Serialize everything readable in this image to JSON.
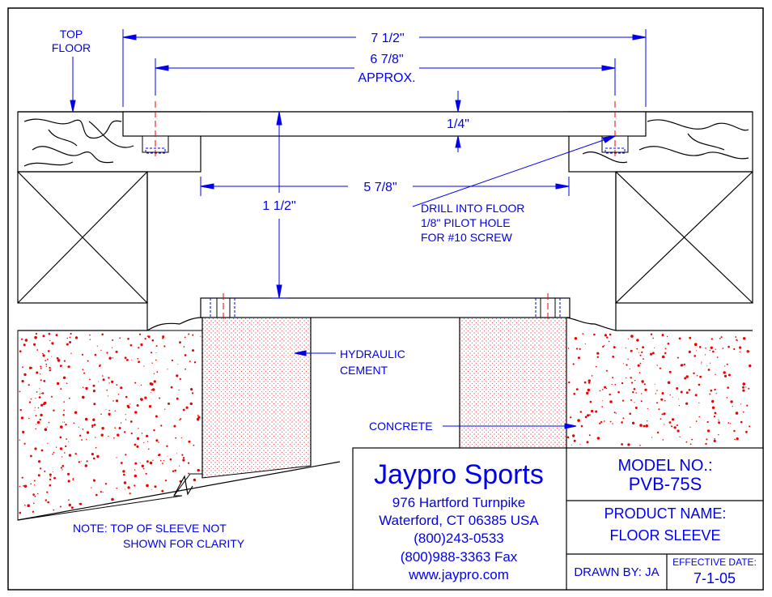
{
  "labels": {
    "top_floor_1": "TOP",
    "top_floor_2": "FLOOR",
    "dim_overall": "7 1/2\"",
    "dim_approx_1": "6 7/8\"",
    "dim_approx_2": "APPROX.",
    "dim_plate_thickness": "1/4\"",
    "dim_opening": "5 7/8\"",
    "dim_depth": "1 1/2\"",
    "drill_1": "DRILL INTO FLOOR",
    "drill_2": "1/8\" PILOT HOLE",
    "drill_3": "FOR #10 SCREW",
    "hydraulic_1": "HYDRAULIC",
    "hydraulic_2": "CEMENT",
    "concrete": "CONCRETE",
    "note_1": "NOTE: TOP OF SLEEVE NOT",
    "note_2": "SHOWN FOR CLARITY"
  },
  "title_block": {
    "company": "Jaypro Sports",
    "address_1": "976 Hartford Turnpike",
    "address_2": "Waterford, CT 06385 USA",
    "phone": "(800)243-0533",
    "fax": "(800)988-3363 Fax",
    "website": "www.jaypro.com",
    "model_label": "MODEL NO.:",
    "model_value": "PVB-75S",
    "product_label": "PRODUCT NAME:",
    "product_value": "FLOOR SLEEVE",
    "drawn_by": "DRAWN BY: JA",
    "effective_label": "EFFECTIVE DATE:",
    "effective_value": "7-1-05"
  },
  "colors": {
    "line": "#000000",
    "annotation": "#0000ee",
    "centerline": "#ee0000",
    "concrete_speckle": "#ee0000"
  }
}
